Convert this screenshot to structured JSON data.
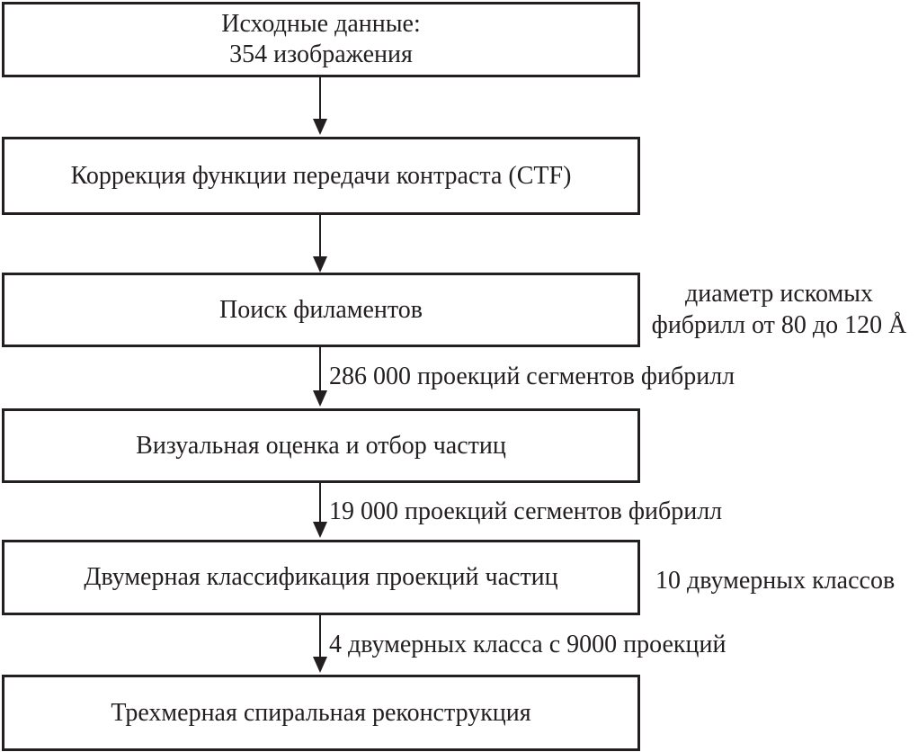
{
  "diagram": {
    "title": "helical-reconstruction-pipeline-flowchart",
    "colors": {
      "background": "#ffffff",
      "line": "#231f20",
      "text": "#231f20"
    },
    "boxes": [
      {
        "id": "source-data",
        "text": "Исходные данные:\n354 изображения"
      },
      {
        "id": "ctf-correction",
        "text": "Коррекция функции передачи контраста (CTF)"
      },
      {
        "id": "filament-search",
        "text": "Поиск филаментов"
      },
      {
        "id": "visual-assessment",
        "text": "Визуальная оценка и отбор частиц"
      },
      {
        "id": "2d-classification",
        "text": "Двумерная классификация проекций частиц"
      },
      {
        "id": "3d-helical-reconstruction",
        "text": "Трехмерная спиральная реконструкция"
      }
    ],
    "arrow_labels": [
      "286 000 проекций сегментов фибрилл",
      "19 000 проекций сегментов фибрилл",
      "4 двумерных класса с 9000 проекций"
    ],
    "side_notes": [
      "диаметр искомых\nфибрилл от 80 до 120 Å",
      "10 двумерных классов"
    ]
  }
}
